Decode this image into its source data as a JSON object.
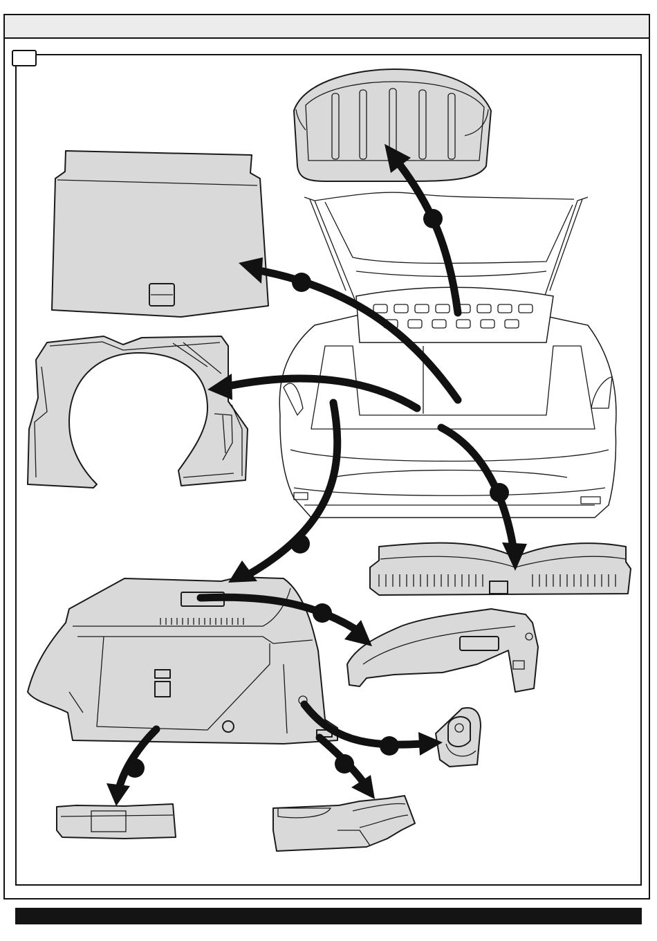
{
  "header": {
    "title": ""
  },
  "step": {
    "number": ""
  },
  "footer": {
    "text": ""
  },
  "diagram": {
    "parts": [
      "rear-parcel-shelf",
      "luggage-floor-cover",
      "spare-wheel-well-trim",
      "rear-sill-trim",
      "left-side-boot-trim",
      "side-trim-upper-section",
      "tie-down-hook",
      "side-trim-lower-front-piece",
      "side-trim-lower-rear-piece"
    ],
    "colors": {
      "part_fill": "#d9d9d9",
      "line": "#1a1a1a",
      "arrow": "#111111"
    }
  }
}
